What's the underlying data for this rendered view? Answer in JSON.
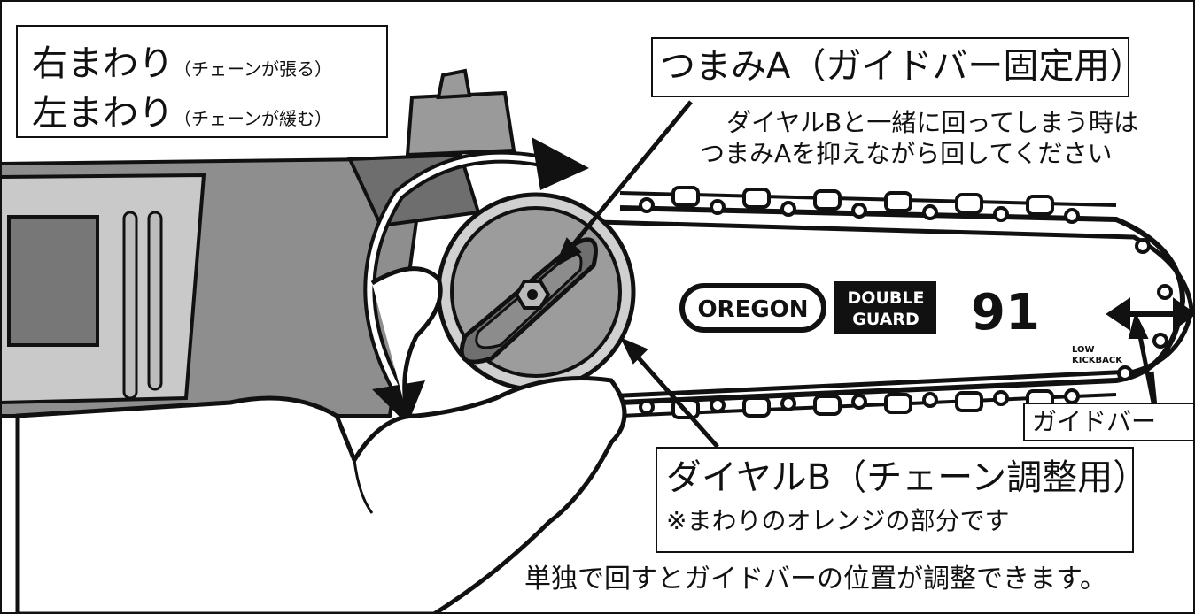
{
  "direction_box": {
    "line1_main": "右まわり",
    "line1_note": "（チェーンが張る）",
    "line2_main": "左まわり",
    "line2_note": "（チェーンが緩む）"
  },
  "knob_a": {
    "title": "つまみA（ガイドバー固定用）",
    "note_line1": "ダイヤルBと一緒に回ってしまう時は",
    "note_line2": "つまみAを抑えながら回してください"
  },
  "dial_b": {
    "title": "ダイヤルB（チェーン調整用）",
    "note": "※まわりのオレンジの部分です"
  },
  "guide_bar_label": "ガイドバー",
  "footer_note": "単独で回すとガイドバーの位置が調整できます。",
  "bar_print": {
    "brand": "OREGON",
    "product_line1": "DOUBLE",
    "product_line2": "GUARD",
    "model": "91",
    "kick_line1": "LOW",
    "kick_line2": "KICKBACK"
  },
  "colors": {
    "line": "#111111",
    "body_dark": "#8a8a8a",
    "body_light": "#cfcfcf",
    "hand": "#ffffff"
  }
}
